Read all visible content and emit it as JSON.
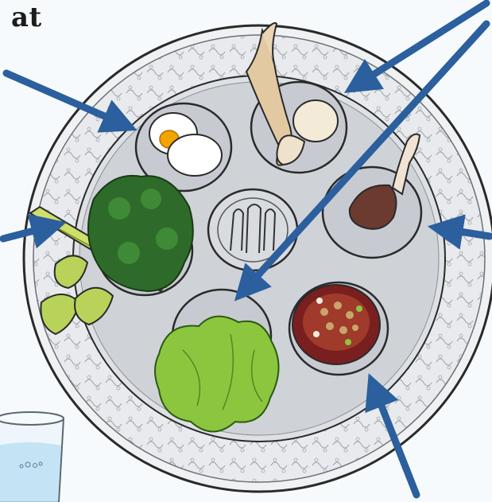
{
  "heading_fragment": "at",
  "colors": {
    "background": "#f7fafc",
    "plate_rim": "#e7e9ec",
    "plate_center": "#cfd3d8",
    "plate_outline": "#2a2a2a",
    "arrow": "#2b5f9e",
    "water": "#b9dff2"
  },
  "items": [
    {
      "name": "egg"
    },
    {
      "name": "horseradish-root"
    },
    {
      "name": "shank-bone"
    },
    {
      "name": "parsley-celery"
    },
    {
      "name": "lettuce"
    },
    {
      "name": "charoset"
    },
    {
      "name": "center-emblem"
    }
  ]
}
